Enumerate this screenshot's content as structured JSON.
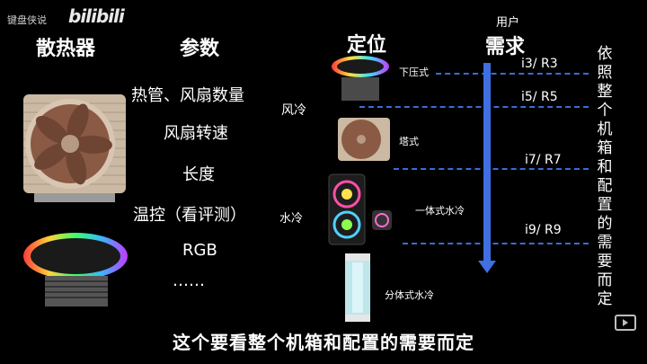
{
  "watermark": {
    "text": "键盘侠说",
    "logo": "bilibili"
  },
  "headers": {
    "cooler": "散热器",
    "params": "参数",
    "position": "定位",
    "user_small": "用户",
    "demand": "需求"
  },
  "params": [
    "热管、风扇数量",
    "风扇转速",
    "长度",
    "温控（看评测）",
    "RGB",
    "……"
  ],
  "categories": {
    "air": "风冷",
    "water": "水冷"
  },
  "coolers": [
    "下压式",
    "塔式",
    "一体式水冷",
    "分体式水冷"
  ],
  "tiers": [
    "i3/ R3",
    "i5/ R5",
    "i7/ R7",
    "i9/ R9"
  ],
  "side_note": "依照整个机箱和配置的需要而定",
  "subtitle": "这个要看整个机箱和配置的需要而定",
  "colors": {
    "accent_blue": "#3f6fe0",
    "dash_blue": "#3c6ad8",
    "fan_brown": "#8a5a44",
    "fin_beige": "#cbb9a3"
  }
}
